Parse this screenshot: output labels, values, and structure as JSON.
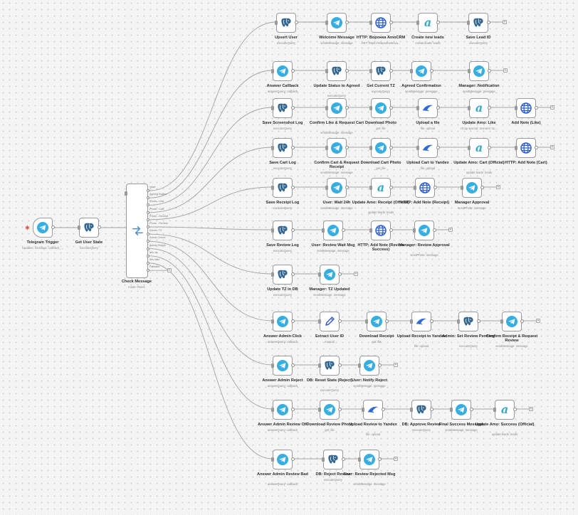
{
  "canvas": {
    "background": "#f4f4f4"
  },
  "icons": {
    "telegram": "telegram-icon",
    "postgres": "postgres-icon",
    "http": "globe-icon",
    "amo": "amocrm-icon",
    "yandex": "yandex-disk-icon",
    "manual": "pencil-icon",
    "switch": "switch-icon"
  },
  "colors": {
    "telegram": "#37aee2",
    "postgres": "#336791",
    "http": "#2f5ed9",
    "amo": "#3aa9c8",
    "yandex": "#2f6bd6",
    "manual": "#3a5bd9"
  },
  "switch_node": {
    "label": "Check Message",
    "sub": "mode: Rules",
    "outputs": [
      "/start",
      "Agreed Button",
      "Photo - Like",
      "Photo - Cart",
      "Photo - Receipt",
      "Photo - Review",
      "Admin: TZ",
      "Admin Check",
      "Admin Reject",
      "/rev ok",
      "/rev bad",
      "Fallback"
    ]
  },
  "nodes": [
    {
      "id": "trigger",
      "label": "Telegram Trigger",
      "sub": "Updates: message, callback_...",
      "icon": "telegram"
    },
    {
      "id": "getstate",
      "label": "Get User State",
      "sub": "executeQuery",
      "icon": "postgres"
    },
    {
      "id": "n01",
      "label": "Upsert User",
      "sub": "executeQuery",
      "icon": "postgres"
    },
    {
      "id": "n02",
      "label": "Welcome Message",
      "sub": "sendMessage: message",
      "icon": "telegram"
    },
    {
      "id": "n03",
      "label": "HTTP: Воронка AmoCRM",
      "sub": "GET: https://shapodnetsova...",
      "icon": "http"
    },
    {
      "id": "n04",
      "label": "Create new leads",
      "sub": "create:leads: leads",
      "icon": "amo"
    },
    {
      "id": "n05",
      "label": "Save Lead ID",
      "sub": "executeQuery",
      "icon": "postgres"
    },
    {
      "id": "n11",
      "label": "Answer Callback",
      "sub": "answerQuery: callback",
      "icon": "telegram"
    },
    {
      "id": "n12",
      "label": "Update Status to Agreed",
      "sub": "executeQuery",
      "icon": "postgres"
    },
    {
      "id": "n13",
      "label": "Get Current TZ",
      "sub": "executeQuery",
      "icon": "postgres"
    },
    {
      "id": "n14",
      "label": "Agreed Confirmation",
      "sub": "sendMessage: message",
      "icon": "telegram"
    },
    {
      "id": "n15",
      "label": "Manager: Notification",
      "sub": "sendMessage: message",
      "icon": "telegram"
    },
    {
      "id": "n21",
      "label": "Save Screenshot Log",
      "sub": "executeQuery",
      "icon": "postgres"
    },
    {
      "id": "n22",
      "label": "Confirm Like & Request Cart",
      "sub": "sendMessage: message",
      "icon": "telegram"
    },
    {
      "id": "n23",
      "label": "Download Photo",
      "sub": "get: file",
      "icon": "telegram"
    },
    {
      "id": "n24",
      "label": "Upload a file",
      "sub": "file: upload",
      "icon": "yandex"
    },
    {
      "id": "n25",
      "label": "Update Amo: Like",
      "sub": "ID:ay special: moment: sc...",
      "icon": "amo"
    },
    {
      "id": "n26",
      "label": "Add Note (Like)",
      "sub": "",
      "icon": "http"
    },
    {
      "id": "n31",
      "label": "Save Cart Log",
      "sub": "executeQuery",
      "icon": "postgres"
    },
    {
      "id": "n32",
      "label": "Confirm Cart & Request Receipt",
      "sub": "sendMessage: message",
      "icon": "telegram"
    },
    {
      "id": "n33",
      "label": "Download Cart Photo",
      "sub": "get: file",
      "icon": "telegram"
    },
    {
      "id": "n34",
      "label": "Upload Cart to Yandex",
      "sub": "file: upload",
      "icon": "yandex"
    },
    {
      "id": "n35",
      "label": "Update Amo: Cart (Official)",
      "sub": "update:leads: leads",
      "icon": "amo"
    },
    {
      "id": "n36",
      "label": "HTTP: Add Note (Cart)",
      "sub": "",
      "icon": "http"
    },
    {
      "id": "n41",
      "label": "Save Receipt Log",
      "sub": "executeQuery",
      "icon": "postgres"
    },
    {
      "id": "n42",
      "label": "User: Wait 24h",
      "sub": "sendMessage: message",
      "icon": "telegram"
    },
    {
      "id": "n43",
      "label": "Update Amo: Receipt (Official)",
      "sub": "update:leads: leads",
      "icon": "amo"
    },
    {
      "id": "n44",
      "label": "HTTP: Add Note (Receipt)",
      "sub": "",
      "icon": "http"
    },
    {
      "id": "n45",
      "label": "Manager Approval",
      "sub": "sendPhoto: message",
      "icon": "telegram"
    },
    {
      "id": "n51",
      "label": "Save Review Log",
      "sub": "executeQuery",
      "icon": "postgres"
    },
    {
      "id": "n52",
      "label": "User: Review Wait Msg",
      "sub": "sendMessage: message",
      "icon": "telegram"
    },
    {
      "id": "n53",
      "label": "HTTP: Add Note (Review Success)",
      "sub": "",
      "icon": "http"
    },
    {
      "id": "n54",
      "label": "Manager: Review Approval",
      "sub": "sendPhoto: message",
      "icon": "telegram"
    },
    {
      "id": "n61",
      "label": "Update TZ in DB",
      "sub": "executeQuery",
      "icon": "postgres"
    },
    {
      "id": "n62",
      "label": "Manager: TZ Updated",
      "sub": "sendMessage: message",
      "icon": "telegram"
    },
    {
      "id": "n71",
      "label": "Answer Admin Click",
      "sub": "answerQuery: callback",
      "icon": "telegram"
    },
    {
      "id": "n72",
      "label": "Extract User ID",
      "sub": "manual",
      "icon": "manual"
    },
    {
      "id": "n73",
      "label": "Download Receipt",
      "sub": "get: file",
      "icon": "telegram"
    },
    {
      "id": "n74",
      "label": "Upload Receipt to Yandex",
      "sub": "file: upload",
      "icon": "yandex"
    },
    {
      "id": "n75",
      "label": "Admin: Set Review Pending",
      "sub": "executeQuery",
      "icon": "postgres"
    },
    {
      "id": "n76",
      "label": "Confirm Receipt & Request Review",
      "sub": "sendMessage: message",
      "icon": "telegram"
    },
    {
      "id": "n81",
      "label": "Answer Admin Reject",
      "sub": "answerQuery: callback",
      "icon": "telegram"
    },
    {
      "id": "n82",
      "label": "DB: Reset State (Reject)",
      "sub": "executeQuery",
      "icon": "postgres"
    },
    {
      "id": "n83",
      "label": "User: Notify Reject",
      "sub": "sendMessage: message",
      "icon": "telegram"
    },
    {
      "id": "n91",
      "label": "Answer Admin Review OK",
      "sub": "answerQuery: callback",
      "icon": "telegram"
    },
    {
      "id": "n92",
      "label": "Download Review Photo",
      "sub": "get: file",
      "icon": "telegram"
    },
    {
      "id": "n93",
      "label": "Upload Review to Yandex",
      "sub": "file: upload",
      "icon": "yandex"
    },
    {
      "id": "n94",
      "label": "DB: Approve Review",
      "sub": "executeQuery",
      "icon": "postgres"
    },
    {
      "id": "n95",
      "label": "Final Success Message",
      "sub": "sendMessage: message",
      "icon": "telegram"
    },
    {
      "id": "n96",
      "label": "Update Amo: Success (Official)",
      "sub": "update:leads: leads",
      "icon": "amo"
    },
    {
      "id": "n101",
      "label": "Answer Admin Review Bad",
      "sub": "answerQuery: callback",
      "icon": "telegram"
    },
    {
      "id": "n102",
      "label": "DB: Reject Review",
      "sub": "executeQuery",
      "icon": "postgres"
    },
    {
      "id": "n103",
      "label": "User: Review Rejected Msg",
      "sub": "sendMessage: message",
      "icon": "telegram"
    }
  ]
}
